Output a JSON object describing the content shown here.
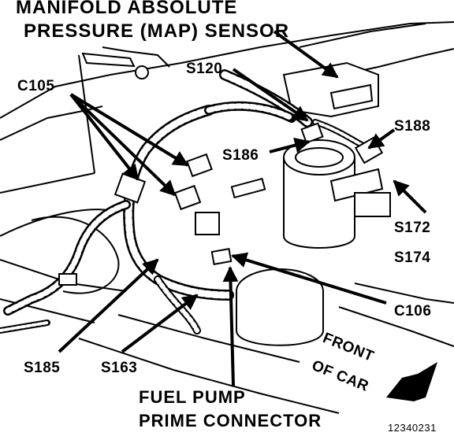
{
  "title": {
    "line1": "MANIFOLD ABSOLUTE",
    "line2": "PRESSURE (MAP) SENSOR"
  },
  "labels": {
    "c105": "C105",
    "s120": "S120",
    "s188": "S188",
    "s186": "S186",
    "s172": "S172",
    "s174": "S174",
    "c106": "C106",
    "s185": "S185",
    "s163": "S163",
    "fuel_pump_line1": "FUEL PUMP",
    "fuel_pump_line2": "PRIME CONNECTOR",
    "front_line1": "FRONT",
    "front_line2": "OF CAR",
    "figure_number": "12340231"
  }
}
